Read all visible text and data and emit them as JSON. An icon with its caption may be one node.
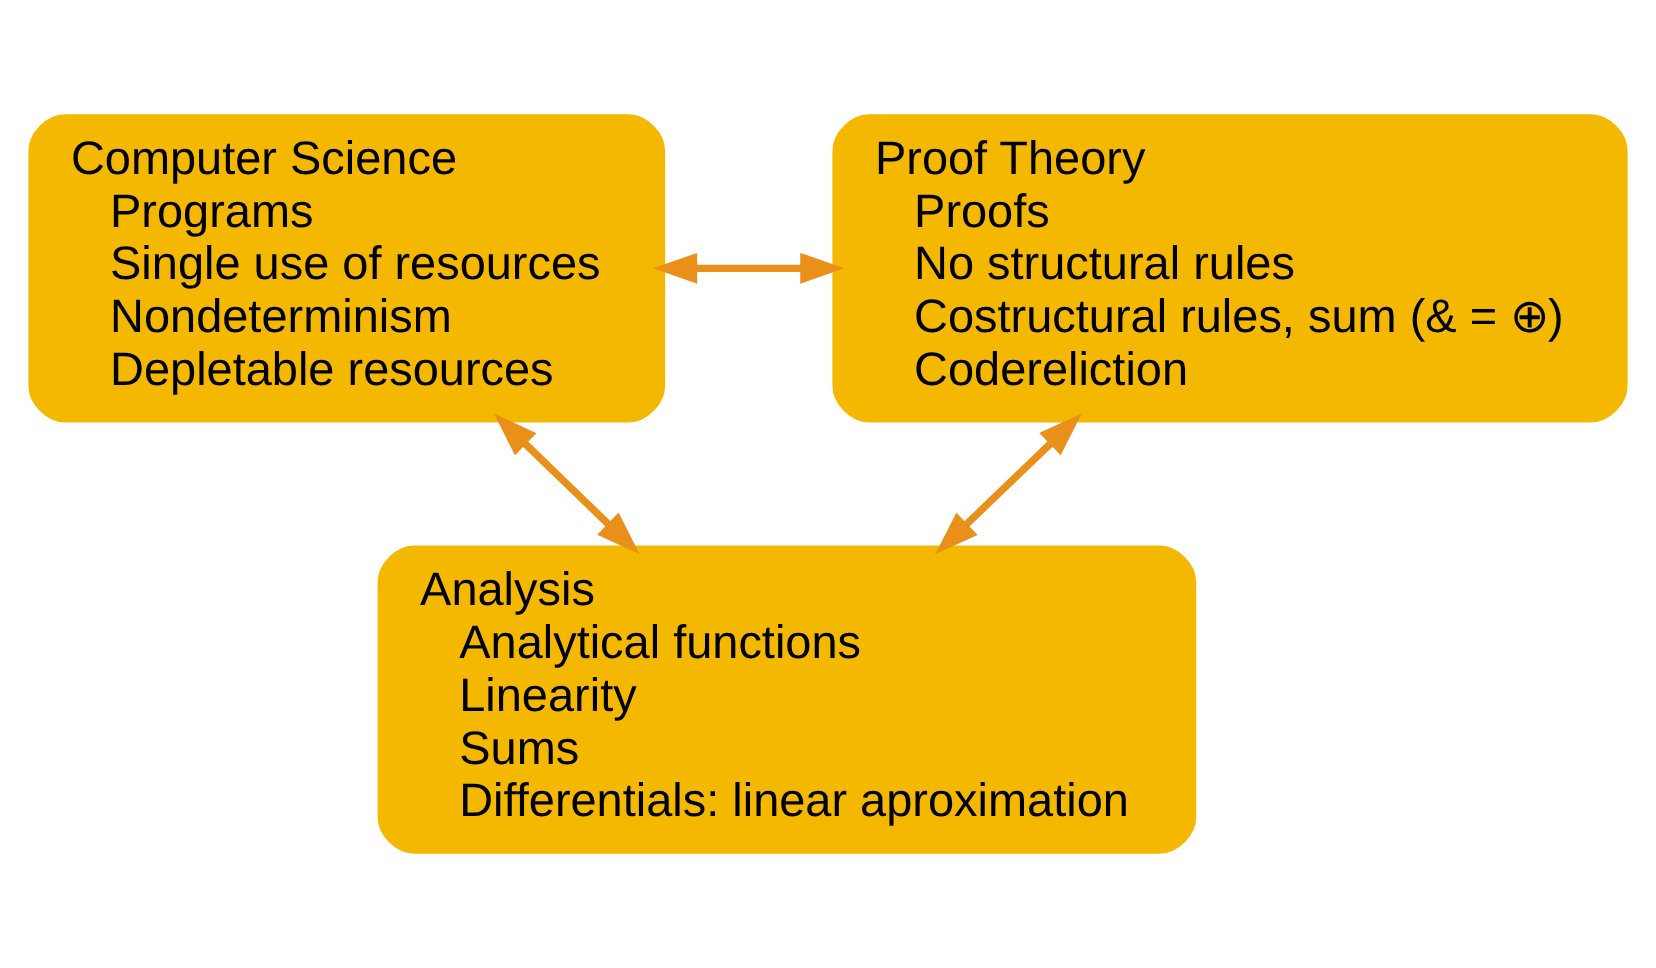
{
  "diagram": {
    "nodes": [
      {
        "text": [
          "Computer Science",
          "Programs",
          "Single use of resources",
          "Nondeterminism",
          "Depletable resources"
        ]
      },
      {
        "text": [
          "Proof Theory",
          "Proofs",
          "No structural rules",
          "Costructural rules, sum (& = ⊕)",
          "Codereliction"
        ]
      },
      {
        "text": [
          "Analysis",
          "Analytical functions",
          "Linearity",
          "Sums",
          "Differentials: linear aproximation"
        ]
      }
    ],
    "edges": [
      {
        "from": 0,
        "to": 1,
        "arrow": "both"
      },
      {
        "from": 0,
        "to": 2,
        "arrow": "both"
      },
      {
        "from": 1,
        "to": 2,
        "arrow": "both"
      }
    ]
  }
}
